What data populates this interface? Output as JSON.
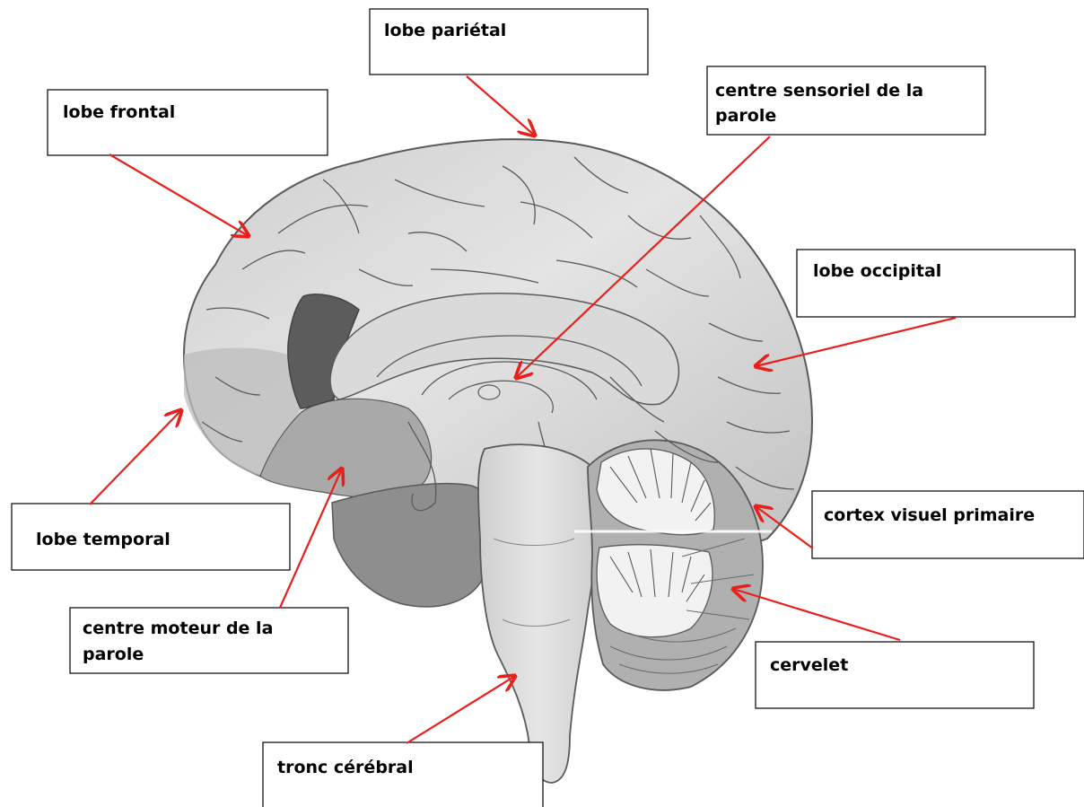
{
  "labels": {
    "lobe_parietal": "lobe pariétal",
    "lobe_frontal": "lobe frontal",
    "centre_sensoriel_line1": "centre sensoriel de la",
    "centre_sensoriel_line2": "parole",
    "lobe_occipital": "lobe occipital",
    "lobe_temporal": "lobe temporal",
    "cortex_visuel": "cortex visuel primaire",
    "centre_moteur_line1": "centre moteur de la",
    "centre_moteur_line2": "parole",
    "cervelet": "cervelet",
    "tronc_cerebral": "tronc cérébral"
  },
  "colors": {
    "arrow": "#e8201c",
    "brain_light": "#d9d9d9",
    "brain_mid": "#bfbfbf",
    "brain_dark": "#8c8c8c",
    "motor_area": "#5e5e5e",
    "outline": "#555555",
    "box_border": "#000000"
  }
}
